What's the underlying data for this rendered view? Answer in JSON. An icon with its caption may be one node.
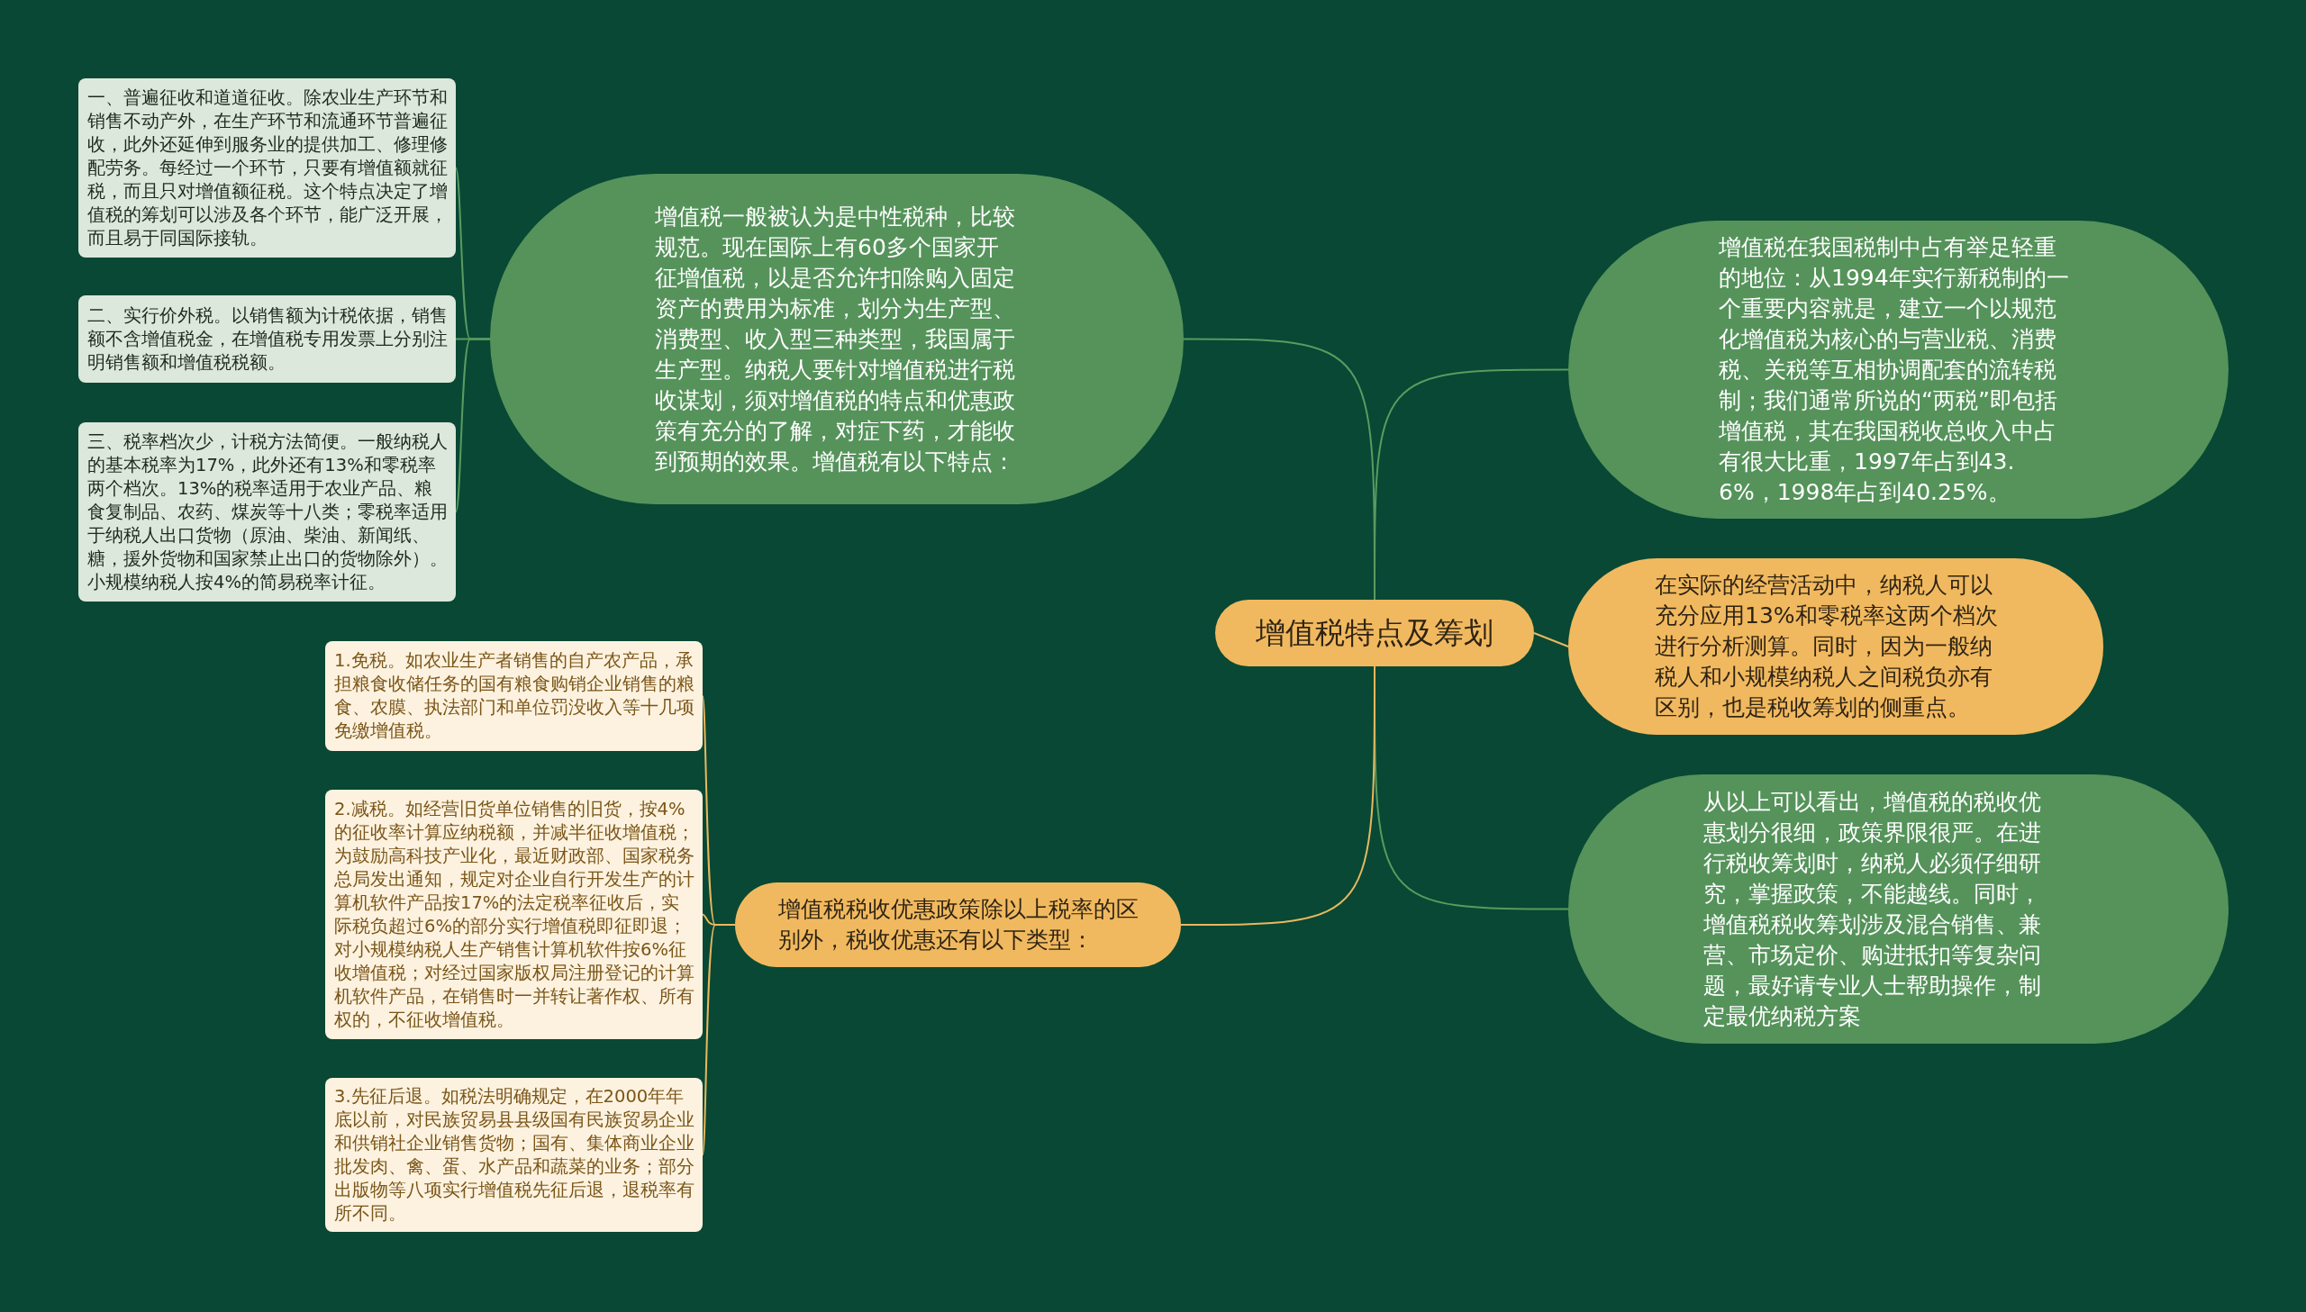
{
  "diagram": {
    "nodes": [
      {
        "text": [
          "增值税特点及筹划"
        ]
      },
      {
        "text": [
          "增值税一般被认为是中性税种，比较规范。现在国际上有60多个国家开征增值税，以是否允许扣除购入固定资产的费用为标准，划分为生产型、消费型、收入型三种类型，我国属于生产型。纳税人要针对增值税进行税收谋划，须对增值税的特点和优惠政策有充分的了解，对症下药，才能收到预期的效果。增值税有以下特点："
        ]
      },
      {
        "text": [
          "一、普遍征收和道道征收。除农业生产环节和销售不动产外，在生产环节和流通环节普遍征收，此外还延伸到服务业的提供加工、修理修配劳务。每经过一个环节，只要有增值额就征税，而且只对增值额征税。这个特点决定了增值税的筹划可以涉及各个环节，能广泛开展，而且易于同国际接轨。"
        ]
      },
      {
        "text": [
          "二、实行价外税。以销售额为计税依据，销售额不含增值税金，在增值税专用发票上分别注明销售额和增值税税额。"
        ]
      },
      {
        "text": [
          "三、税率档次少，计税方法简便。一般纳税人的基本税率为17%，此外还有13%和零税率两个档次。13%的税率适用于农业产品、粮食复制品、农药、煤炭等十八类；零税率适用于纳税人出口货物（原油、柴油、新闻纸、糖，援外货物和国家禁止出口的货物除外）。小规模纳税人按4%的简易税率计征。"
        ]
      },
      {
        "text": [
          "增值税在我国税制中占有举足轻重的地位：从1994年实行新税制的一个重要内容就是，建立一个以规范化增值税为核心的与营业税、消费税、关税等互相协调配套的流转税制；我们通常所说的“两税”即包括增值税，其在我国税收总收入中占有很大比重，1997年占到43.6%，1998年占到40.25%。"
        ]
      },
      {
        "text": [
          "在实际的经营活动中，纳税人可以充分应用13%和零税率这两个档次进行分析测算。同时，因为一般纳税人和小规模纳税人之间税负亦有区别，也是税收筹划的侧重点。"
        ]
      },
      {
        "text": [
          "从以上可以看出，增值税的税收优惠划分很细，政策界限很严。在进行税收筹划时，纳税人必须仔细研究，掌握政策，不能越线。同时，增值税税收筹划涉及混合销售、兼营、市场定价、购进抵扣等复杂问题，最好请专业人士帮助操作，制定最优纳税方案"
        ]
      },
      {
        "text": [
          "增值税税收优惠政策除以上税率的区别外，税收优惠还有以下类型："
        ]
      },
      {
        "text": [
          "1.免税。如农业生产者销售的自产农产品，承担粮食收储任务的国有粮食购销企业销售的粮食、农膜、执法部门和单位罚没收入等十几项免缴增值税。"
        ]
      },
      {
        "text": [
          "2.减税。如经营旧货单位销售的旧货，按4%的征收率计算应纳税额，并减半征收增值税；为鼓励高科技产业化，最近财政部、国家税务总局发出通知，规定对企业自行开发生产的计算机软件产品按17%的法定税率征收后，实际税负超过6%的部分实行增值税即征即退；对小规模纳税人生产销售计算机软件按6%征收增值税；对经过国家版权局注册登记的计算机软件产品，在销售时一并转让著作权、所有权的，不征收增值税。"
        ]
      },
      {
        "text": [
          "3.先征后退。如税法明确规定，在2000年年底以前，对民族贸易县县级国有民族贸易企业和供销社企业销售货物；国有、集体商业企业批发肉、禽、蛋、水产品和蔬菜的业务；部分出版物等八项实行增值税先征后退，退税率有所不同。"
        ]
      }
    ],
    "edges": [
      {
        "from": 0,
        "to": 1,
        "arrow": "none"
      },
      {
        "from": 1,
        "to": 2,
        "arrow": "none"
      },
      {
        "from": 1,
        "to": 3,
        "arrow": "none"
      },
      {
        "from": 1,
        "to": 4,
        "arrow": "none"
      },
      {
        "from": 0,
        "to": 5,
        "arrow": "none"
      },
      {
        "from": 0,
        "to": 6,
        "arrow": "none",
        "color": "#e9b85e"
      },
      {
        "from": 0,
        "to": 7,
        "arrow": "none"
      },
      {
        "from": 0,
        "to": 8,
        "arrow": "none",
        "color": "#e9b85e"
      },
      {
        "from": 8,
        "to": 9,
        "arrow": "none",
        "color": "#e9b85e"
      },
      {
        "from": 8,
        "to": 10,
        "arrow": "none",
        "color": "#e9b85e"
      },
      {
        "from": 8,
        "to": 11,
        "arrow": "none",
        "color": "#e9b85e"
      }
    ]
  }
}
